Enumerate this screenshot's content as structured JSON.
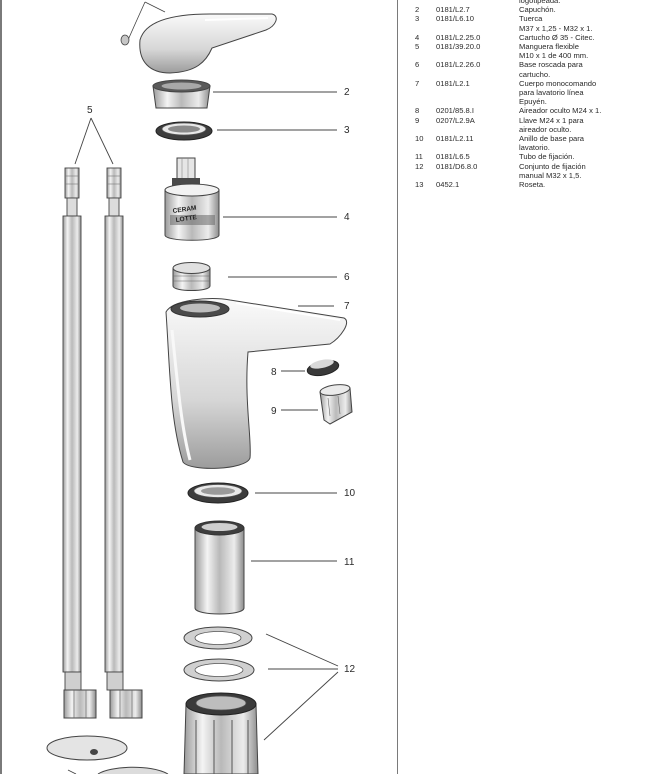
{
  "callouts": {
    "c2": "2",
    "c3": "3",
    "c4": "4",
    "c5": "5",
    "c6": "6",
    "c7": "7",
    "c8": "8",
    "c9": "9",
    "c10": "10",
    "c11": "11",
    "c12": "12"
  },
  "cartridge_marking": {
    "line1": "CERAM",
    "line2": "LOTTE"
  },
  "parts": [
    {
      "num": "",
      "code": "",
      "desc": [
        "logotipeada."
      ]
    },
    {
      "num": "2",
      "code": "0181/L2.7",
      "desc": [
        "Capuchón."
      ]
    },
    {
      "num": "3",
      "code": "0181/L6.10",
      "desc": [
        "Tuerca",
        "M37 x 1,25 - M32 x 1."
      ]
    },
    {
      "num": "4",
      "code": "0181/L2.25.0",
      "desc": [
        "Cartucho Ø 35 - Citec."
      ]
    },
    {
      "num": "5",
      "code": "0181/39.20.0",
      "desc": [
        "Manguera flexible",
        "M10 x 1 de 400 mm."
      ]
    },
    {
      "num": "6",
      "code": "0181/L2.26.0",
      "desc": [
        "Base roscada para",
        "cartucho."
      ]
    },
    {
      "num": "7",
      "code": "0181/L2.1",
      "desc": [
        "Cuerpo monocomando",
        "para lavatorio línea",
        "Epuyén."
      ]
    },
    {
      "num": "8",
      "code": "0201/85.8.I",
      "desc": [
        "Aireador oculto M24 x 1."
      ]
    },
    {
      "num": "9",
      "code": "0207/L2.9A",
      "desc": [
        "Llave M24 x 1 para",
        "aireador oculto."
      ]
    },
    {
      "num": "10",
      "code": "0181/L2.11",
      "desc": [
        "Anillo de base para",
        "lavatorio."
      ]
    },
    {
      "num": "11",
      "code": "0181/L6.5",
      "desc": [
        "Tubo de fijación."
      ]
    },
    {
      "num": "12",
      "code": "0181/D6.8.0",
      "desc": [
        "Conjunto de fijación",
        "manual M32 x 1,5."
      ]
    },
    {
      "num": "13",
      "code": "0452.1",
      "desc": [
        "Roseta."
      ]
    }
  ]
}
